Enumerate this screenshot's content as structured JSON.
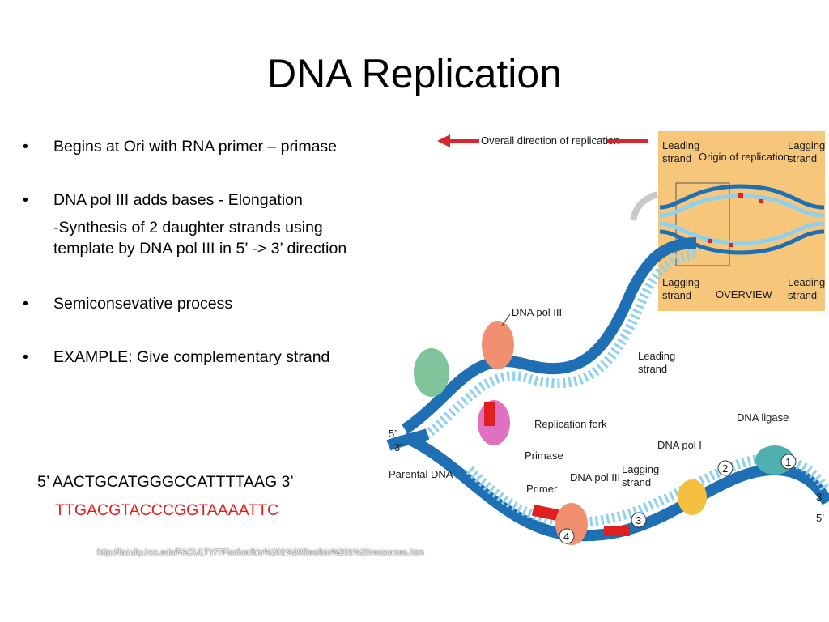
{
  "slide": {
    "title": "DNA Replication",
    "bullets": [
      {
        "text": "Begins at Ori with RNA primer – primase"
      },
      {
        "text": "DNA pol III adds bases - Elongation",
        "sub": "-Synthesis of 2 daughter strands using template by DNA pol III in 5’ -> 3’ direction"
      },
      {
        "text": "Semiconsevative process"
      },
      {
        "text": "EXAMPLE: Give complementary strand"
      }
    ],
    "bullet_symbol": "•",
    "sequence": "5’ AACTGCATGGGCCATTTTAAG 3’",
    "answer": "TTGACGTACCCGGTAAAATTC",
    "citation": "http://faculty.ircc.edu/FACULTY/TFischer/bio%201%20files/bio%201%20resources.htm"
  },
  "figure": {
    "overall_direction": "Overall direction of replication",
    "overview": {
      "leading_strand": "Leading strand",
      "origin": "Origin of replication",
      "lagging_strand": "Lagging strand",
      "lagging_strand_b": "Lagging strand",
      "leading_strand_b": "Leading strand",
      "caption": "OVERVIEW"
    },
    "labels": {
      "dna_pol_iii_top": "DNA pol III",
      "leading_strand": "Leading strand",
      "replication_fork": "Replication fork",
      "primase": "Primase",
      "parental_dna": "Parental DNA",
      "five_prime_left": "5’",
      "three_prime_left": "3’",
      "primer": "Primer",
      "dna_pol_iii_bottom": "DNA pol III",
      "lagging_strand": "Lagging strand",
      "dna_pol_i": "DNA pol I",
      "dna_ligase": "DNA ligase",
      "three_prime_right": "3’",
      "five_prime_right": "5’",
      "step_1": "1",
      "step_2": "2",
      "step_3": "3",
      "step_4": "4"
    },
    "colors": {
      "dark_strand": "#1f6fb5",
      "light_strand": "#8fd0ef",
      "arrow": "#d7262e",
      "overview_bg": "#f6c67a",
      "primer": "#e02020",
      "pol_iii": "#f09070",
      "primase": "#e070c0",
      "helicase": "#7fc49a",
      "pol_i": "#f5c040",
      "ligase": "#4fb0b0"
    }
  }
}
